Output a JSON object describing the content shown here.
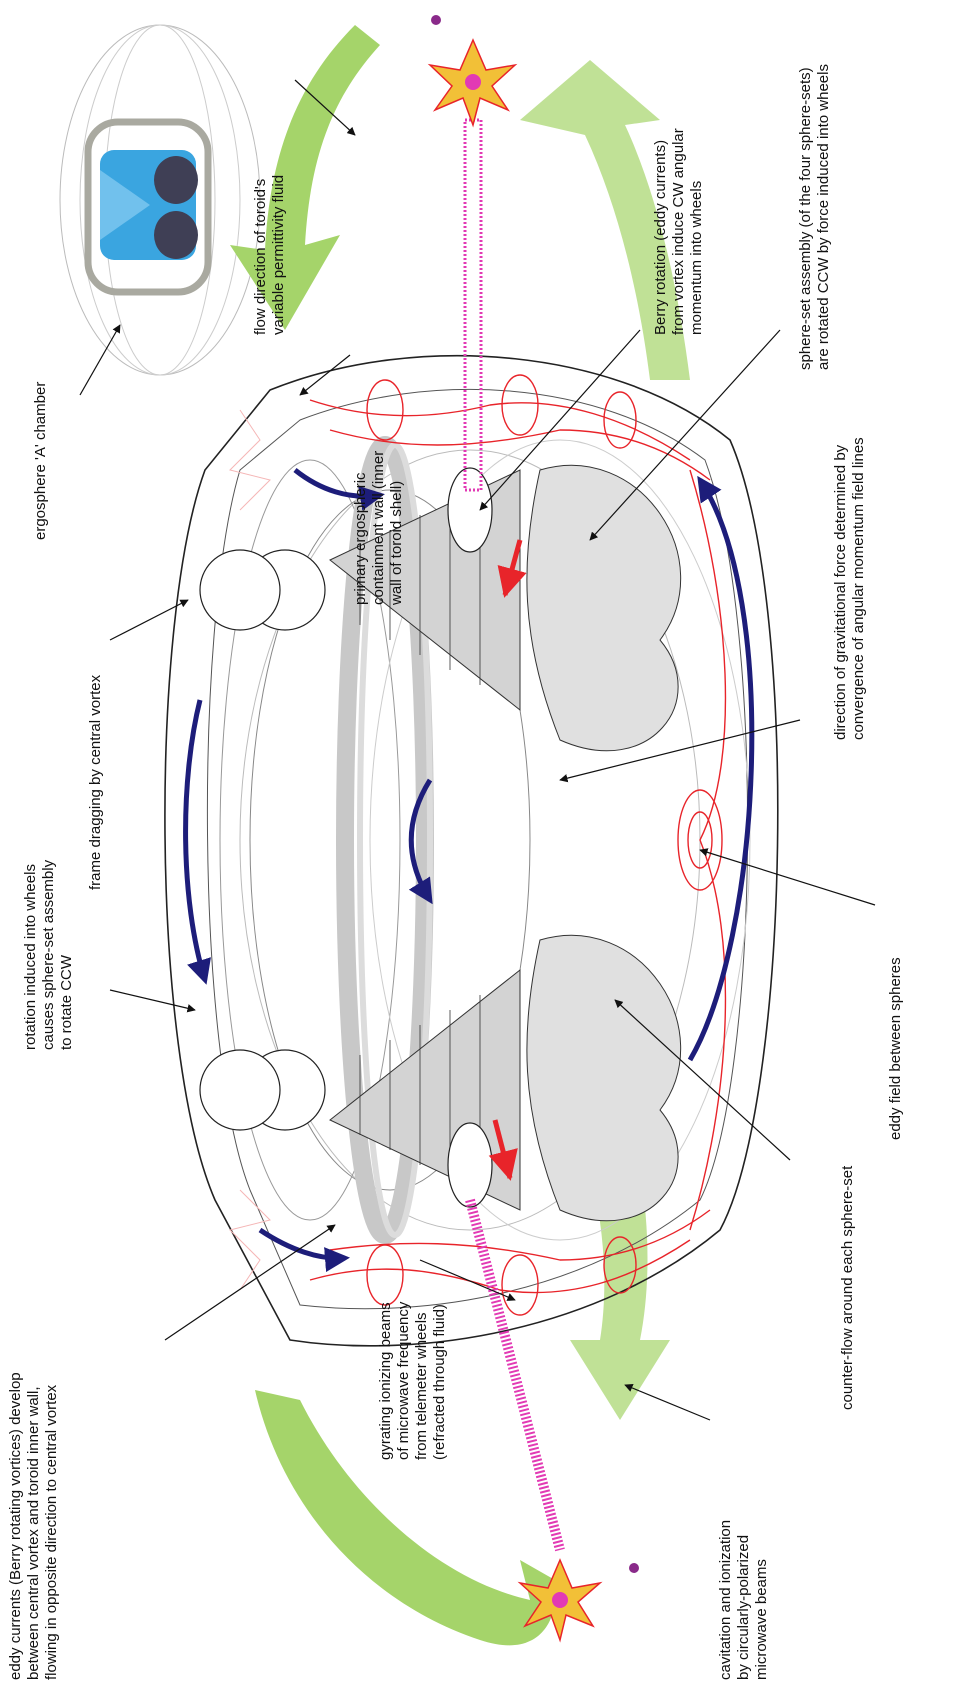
{
  "labels": {
    "ergosphere": "ergosphere 'A' chamber",
    "frame_dragging": "frame dragging by central vortex",
    "rotation_induced": [
      "rotation induced into wheels",
      "causes sphere-set assembly",
      "to rotate CCW"
    ],
    "eddy_currents": [
      "eddy currents (Berry rotating vortices) develop",
      "between central vortex and toroid inner wall,",
      "flowing in opposite direction to central vortex"
    ],
    "flow_direction": [
      "flow direction of toroid's",
      "variable permittivity fluid"
    ],
    "primary_wall": [
      "primary ergospheric",
      "containment wall (inner",
      "wall of toroid shell)"
    ],
    "berry_rotation": [
      "Berry rotation (eddy currents)",
      "from vortex induce CW angular",
      "momentum into wheels"
    ],
    "sphere_set": [
      "sphere-set assembly (of the four sphere-sets)",
      "are rotated CCW by force induced into wheels"
    ],
    "gravitational": [
      "direction of gravitational force determined by",
      "convergence of angular momentum field lines"
    ],
    "eddy_field": "eddy field between spheres",
    "counter_flow": [
      "counter-flow around each sphere-set"
    ],
    "gyrating": [
      "gyrating ionizing beams",
      "of microwave frequency",
      "from telemeter wheels",
      "(refracted through fluid)"
    ],
    "cavitation": [
      "cavitation and ionization",
      "by circularly-polarized",
      "microwave beams"
    ]
  },
  "colors": {
    "green_arrow": "#a5d46a",
    "red_eddy": "#e8242a",
    "navy_arrow": "#1d1d7a",
    "magenta_beam": "#e23ab4",
    "gray_ring": "#c8c8c8",
    "vortex_blue": "#3aa5e0"
  },
  "icons": [
    "burst-icon",
    "beam-coil-icon"
  ]
}
